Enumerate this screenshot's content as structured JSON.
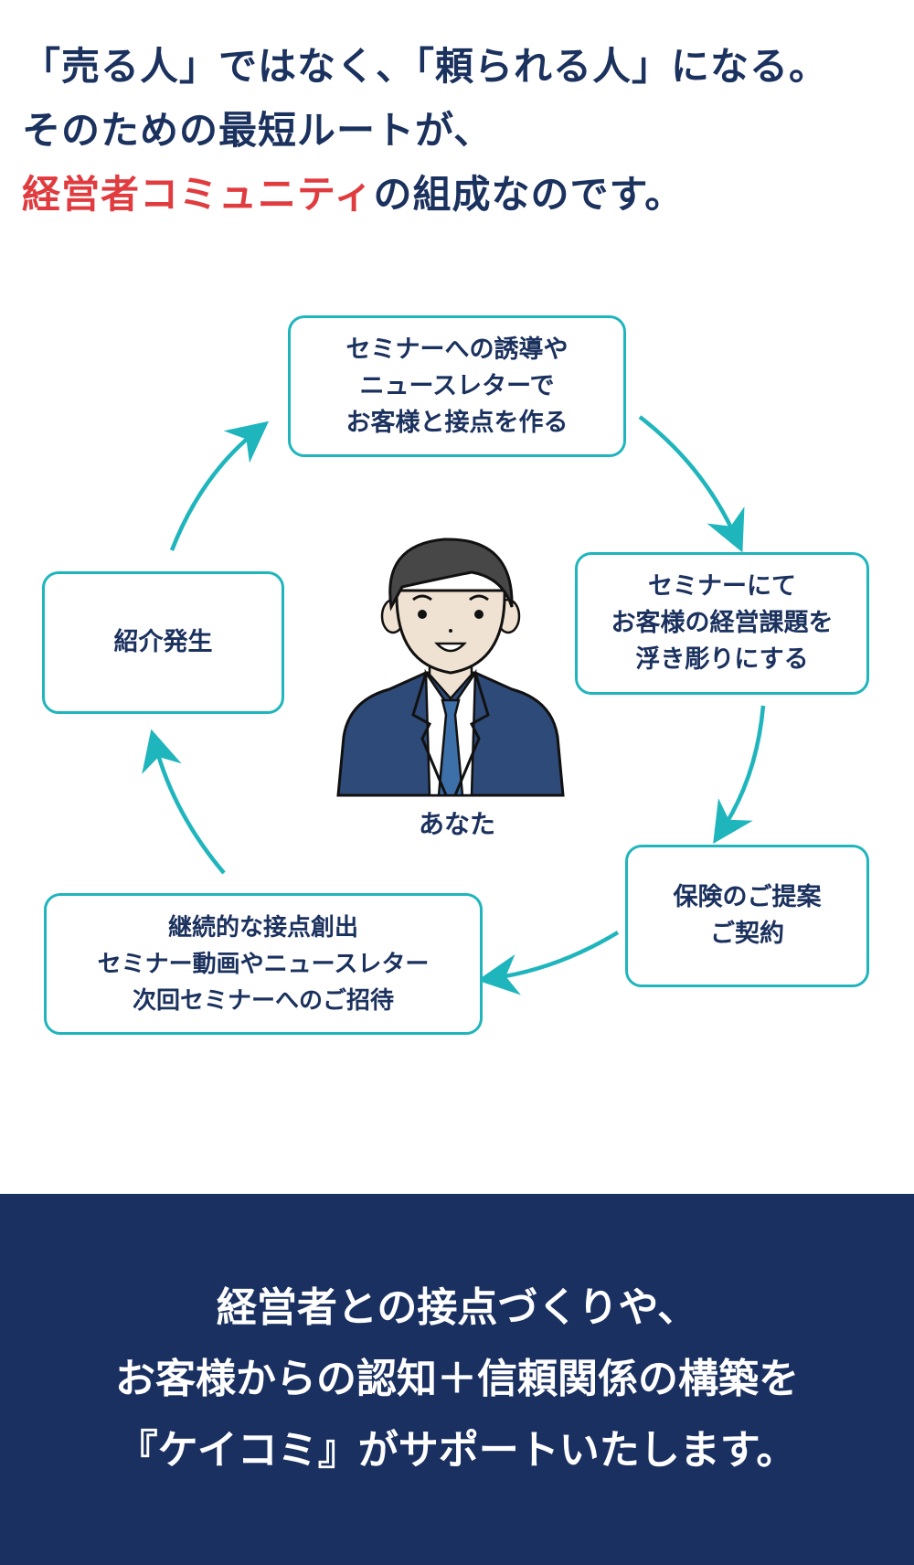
{
  "headline": {
    "line1": "「売る人」ではなく、「頼られる人」になる。",
    "line2": "そのための最短ルートが、",
    "line3_accent": "経営者コミュニティ",
    "line3_rest": "の組成なのです。"
  },
  "cycle": {
    "center_label": "あなた",
    "steps": [
      {
        "lines": [
          "セミナーへの誘導や",
          "ニュースレターで",
          "お客様と接点を作る"
        ]
      },
      {
        "lines": [
          "セミナーにて",
          "お客様の経営課題を",
          "浮き彫りにする"
        ]
      },
      {
        "lines": [
          "保険のご提案",
          "ご契約"
        ]
      },
      {
        "lines": [
          "継続的な接点創出",
          "セミナー動画やニュースレター",
          "次回セミナーへのご招待"
        ]
      },
      {
        "lines": [
          "紹介発生"
        ]
      }
    ]
  },
  "footer": {
    "line1": "経営者との接点づくりや、",
    "line2": "お客様からの認知＋信頼関係の構築を",
    "line3": "『ケイコミ』がサポートいたします。"
  },
  "colors": {
    "navy": "#1b315e",
    "accent_red": "#e03c40",
    "teal": "#1fb5bd",
    "footer_bg": "#1a3060"
  }
}
